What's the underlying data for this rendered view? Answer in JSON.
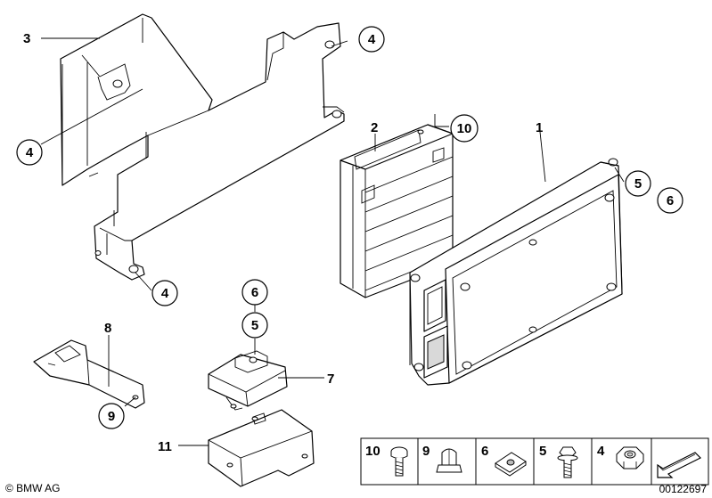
{
  "callouts": {
    "c1": "1",
    "c2": "2",
    "c3": "3",
    "c4a": "4",
    "c4b": "4",
    "c4c": "4",
    "c5a": "5",
    "c5b": "5",
    "c6a": "6",
    "c6b": "6",
    "c7": "7",
    "c8": "8",
    "c9": "9",
    "c10": "10",
    "c11": "11"
  },
  "legend": {
    "items": [
      {
        "number": "10",
        "icon": "bolt-icon"
      },
      {
        "number": "9",
        "icon": "cap-nut-icon"
      },
      {
        "number": "6",
        "icon": "clip-nut-icon"
      },
      {
        "number": "5",
        "icon": "flange-bolt-icon"
      },
      {
        "number": "4",
        "icon": "hex-nut-icon"
      }
    ],
    "arrow_icon": "direction-arrow-icon"
  },
  "footer": {
    "copyright": "© BMW AG",
    "diagram_number": "00122697"
  }
}
